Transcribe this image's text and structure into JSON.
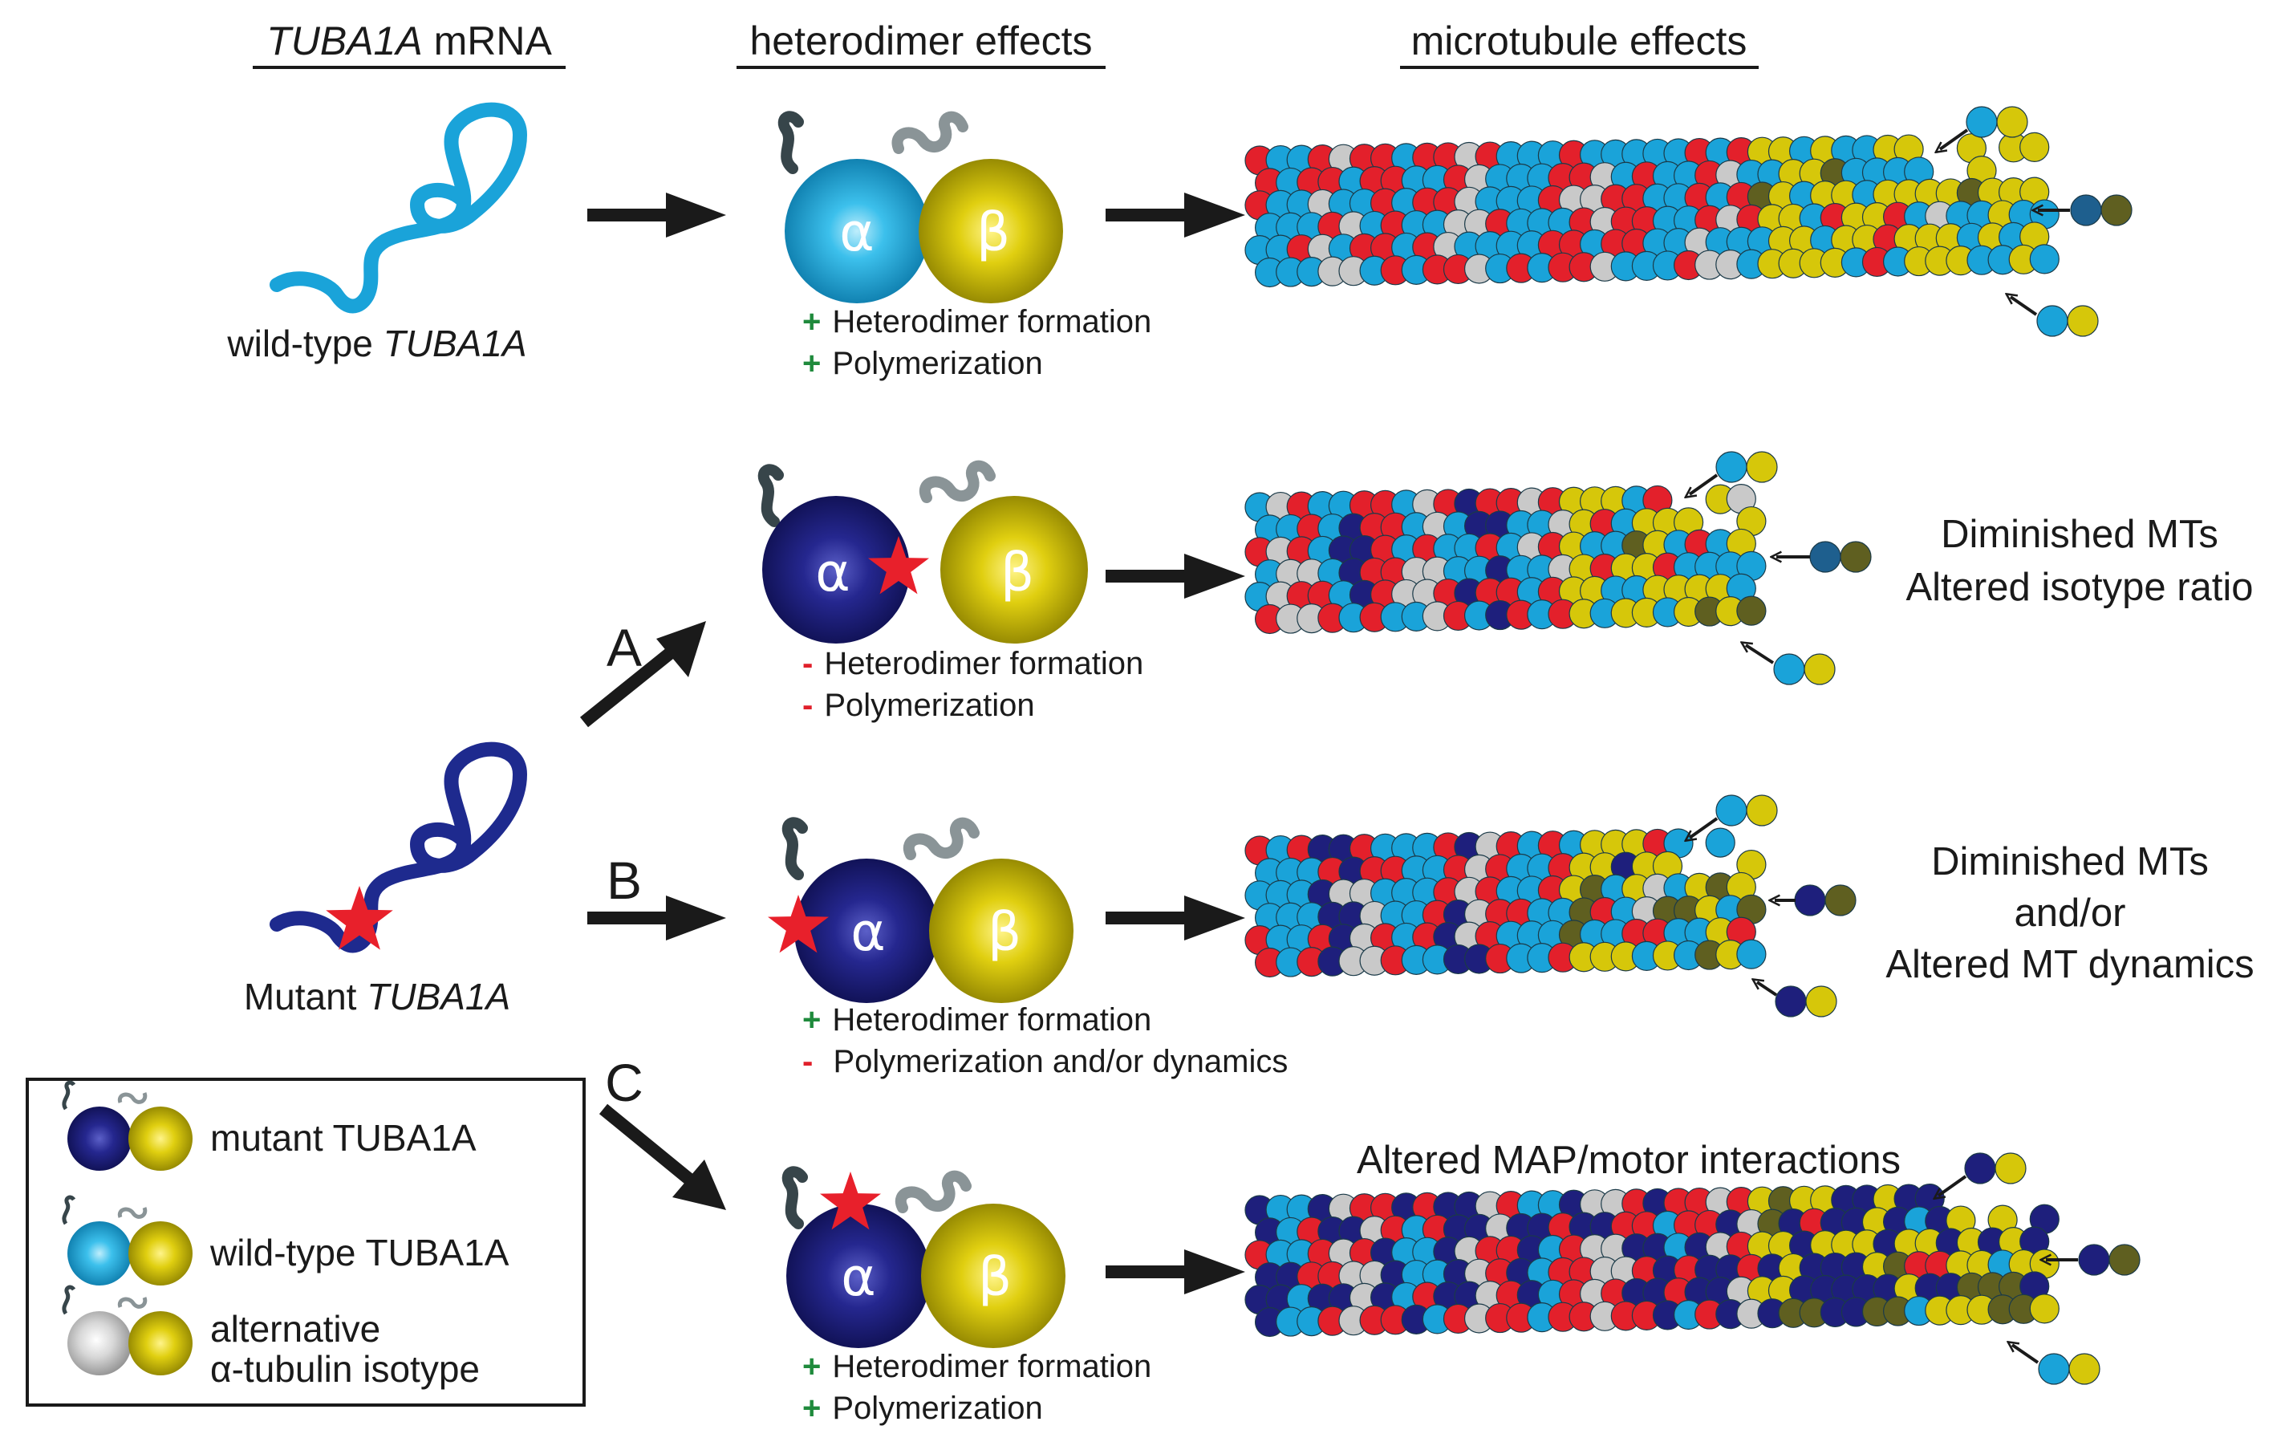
{
  "headers": {
    "mrna_italic": "TUBA1A",
    "mrna_rest": " mRNA",
    "heterodimer": "heterodimer effects",
    "microtubule": "microtubule effects"
  },
  "labels": {
    "wildtype_prefix": "wild-type ",
    "wildtype_gene": "TUBA1A",
    "mutant_prefix": "Mutant ",
    "mutant_gene": "TUBA1A",
    "alpha": "α",
    "beta": "β"
  },
  "pathways": {
    "a": "A",
    "b": "B",
    "c": "C"
  },
  "effects": {
    "wt": [
      {
        "sign": "+",
        "text": "Heterodimer formation"
      },
      {
        "sign": "+",
        "text": "Polymerization"
      }
    ],
    "a": [
      {
        "sign": "-",
        "text": "Heterodimer formation"
      },
      {
        "sign": "-",
        "text": "Polymerization"
      }
    ],
    "b": [
      {
        "sign": "+",
        "text": "Heterodimer formation"
      },
      {
        "sign": "-",
        "text": " Polymerization and/or dynamics"
      }
    ],
    "c": [
      {
        "sign": "+",
        "text": "Heterodimer formation"
      },
      {
        "sign": "+",
        "text": "Polymerization"
      }
    ]
  },
  "results": {
    "a": [
      "Diminished MTs",
      "Altered isotype ratio"
    ],
    "b": [
      "Diminished MTs",
      "and/or",
      "Altered MT dynamics"
    ],
    "c": "Altered MAP/motor interactions"
  },
  "legend": {
    "mutant": "mutant TUBA1A",
    "wildtype": "wild-type TUBA1A",
    "alternative_1": "alternative",
    "alternative_2": "α-tubulin isotype"
  },
  "colors": {
    "wildtype_alpha": "#1aa3d9",
    "mutant_alpha": "#1e1f7c",
    "beta": "#d6c70a",
    "alternative_alpha": "#c9c9c9",
    "lattice_red": "#e3202b",
    "plus_sign": "#1f8a3c",
    "minus_sign": "#e0202b",
    "mutation_star": "#e8202b"
  }
}
